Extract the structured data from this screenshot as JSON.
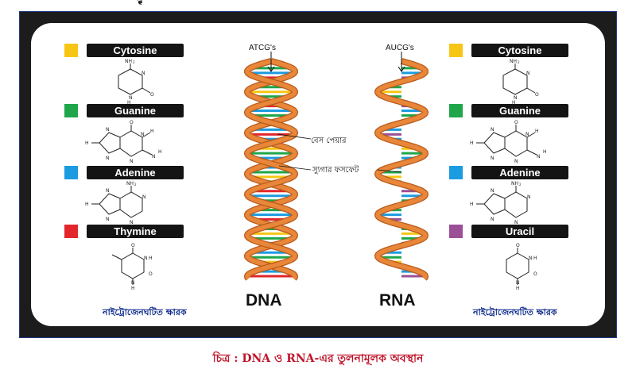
{
  "left_legend": [
    {
      "label": "Cytosine",
      "color": "#f7c614"
    },
    {
      "label": "Guanine",
      "color": "#1fa64a"
    },
    {
      "label": "Adenine",
      "color": "#1b9be0"
    },
    {
      "label": "Thymine",
      "color": "#e3262b"
    }
  ],
  "right_legend": [
    {
      "label": "Cytosine",
      "color": "#f7c614"
    },
    {
      "label": "Guanine",
      "color": "#1fa64a"
    },
    {
      "label": "Adenine",
      "color": "#1b9be0"
    },
    {
      "label": "Uracil",
      "color": "#9b4f96"
    }
  ],
  "left_caption": "নাইট্রোজেনঘটিত ক্ষারক",
  "right_caption": "নাইট্রোজেনঘটিত ক্ষারক",
  "dna": {
    "label": "DNA",
    "top_label": "ATCG's"
  },
  "rna": {
    "label": "RNA",
    "top_label": "AUCG's"
  },
  "annotations": {
    "base_pair": "বেস পেয়ার",
    "sugar_phosphate": "স্যুগার ফসফেট"
  },
  "atoms": {
    "nh2": "NH",
    "nh2_sub": "2",
    "n": "N",
    "h": "H",
    "o": "O"
  },
  "figure_caption": "চিত্র : DNA ও RNA-এর তুলনামূলক অবস্থান",
  "colors": {
    "frame": "#1c1c1c",
    "border": "#1f3a8a",
    "helix": "#e8863a",
    "helix_dark": "#b85a1a",
    "caption_blue": "#0d2a8a",
    "caption_red": "#c0132a"
  }
}
